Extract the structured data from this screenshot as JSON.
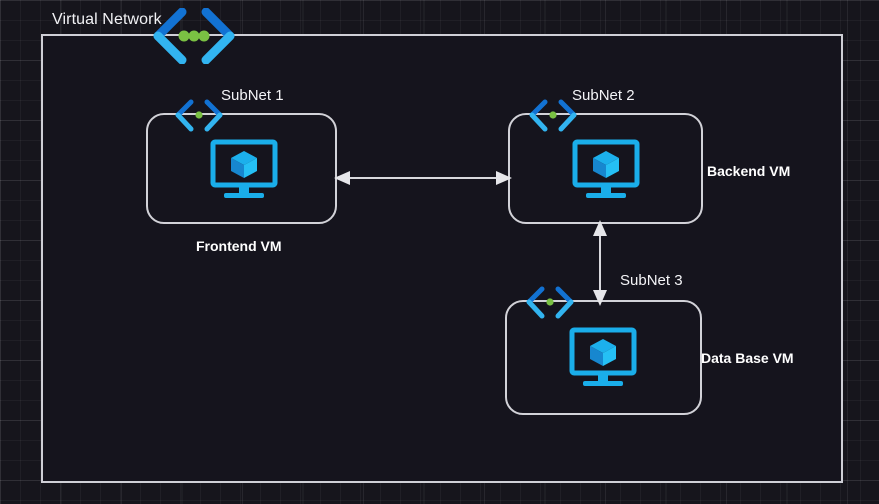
{
  "diagram": {
    "title": "Virtual Network",
    "colors": {
      "background": "#16151c",
      "container_fill": "#15141d",
      "border": "#cfcfd6",
      "icon_blue": "#1aaeea",
      "icon_blue_dark": "#1272d3",
      "icon_green": "#7ac143",
      "text": "#f4f4f7",
      "arrow": "#d8d8dd"
    },
    "container": {
      "label": "Virtual Network",
      "icon": "network-chevron-icon"
    },
    "subnets": [
      {
        "id": "subnet-1",
        "label": "SubNet 1",
        "icon": "subnet-chevron-icon",
        "vm_icon": "virtual-machine-icon",
        "vm_label": "Frontend VM",
        "vm_label_position": "below"
      },
      {
        "id": "subnet-2",
        "label": "SubNet 2",
        "icon": "subnet-chevron-icon",
        "vm_icon": "virtual-machine-icon",
        "vm_label": "Backend VM",
        "vm_label_position": "right"
      },
      {
        "id": "subnet-3",
        "label": "SubNet 3",
        "icon": "subnet-chevron-icon",
        "vm_icon": "virtual-machine-icon",
        "vm_label": "Data Base VM",
        "vm_label_position": "right"
      }
    ],
    "connectors": [
      {
        "id": "connector-frontend-backend",
        "name": "bidirectional-arrow-horizontal",
        "from": "SubNet 1",
        "to": "SubNet 2",
        "direction": "both"
      },
      {
        "id": "connector-backend-database",
        "name": "bidirectional-arrow-vertical",
        "from": "SubNet 2",
        "to": "SubNet 3",
        "direction": "both"
      }
    ]
  }
}
